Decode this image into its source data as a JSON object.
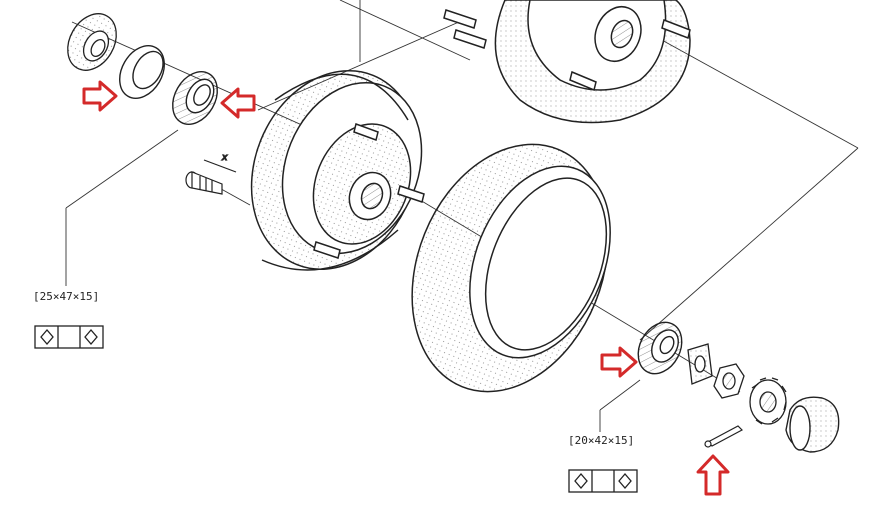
{
  "callouts": {
    "front_bearing": {
      "size": "[25×47×15]"
    },
    "rear_bearing": {
      "size": "[20×42×15]"
    }
  },
  "dimension_mark": "x",
  "colors": {
    "ink": "#222222",
    "arrow": "#d42a2a",
    "paper": "#ffffff"
  },
  "icons": [
    "bearing-symbol-icon",
    "red-arrow-icon"
  ]
}
